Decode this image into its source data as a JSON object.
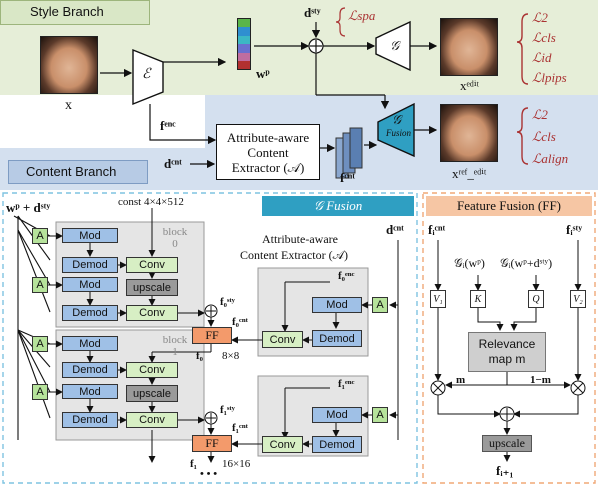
{
  "top": {
    "style_branch_label": "Style Branch",
    "content_branch_label": "Content Branch",
    "input_label": "x",
    "encoder_label": "ℰ",
    "wp_label": "wᵖ",
    "fenc_label": "fᵉⁿᶜ",
    "dsty_label": "dˢᵗʸ",
    "lspa_label": "ℒspa",
    "g_label": "𝒢",
    "xedit_label": "xᵉᵈⁱᵗ",
    "losses_style": [
      "ℒ2",
      "ℒcls",
      "ℒid",
      "ℒlpips"
    ],
    "dcnt_label": "dᶜⁿᵗ",
    "extractor_label_lines": [
      "Attribute-aware",
      "Content",
      "Extractor (𝒜)"
    ],
    "fcnt_label": "fᶜⁿᵗ",
    "g_fusion_label_1": "𝒢",
    "g_fusion_label_2": "Fusion",
    "xrefedit_label": "xʳᵉᶠ_ᵉᵈⁱᵗ",
    "losses_content": [
      "ℒ2",
      "ℒcls",
      "ℒalign"
    ]
  },
  "fusion": {
    "header": "𝒢 Fusion",
    "wp_plus_dsty": "wᵖ + dˢᵗʸ",
    "const_label": "const 4×4×512",
    "block0_label": "block 0",
    "block1_label": "block 1",
    "mod": "Mod",
    "demod": "Demod",
    "conv": "Conv",
    "upscale": "upscale",
    "a": "A",
    "ff": "FF",
    "f0sty": "f₀ˢᵗʸ",
    "f0cnt": "f₀ᶜⁿᵗ",
    "f0": "f₀",
    "size8": "8×8",
    "f1sty": "f₁ˢᵗʸ",
    "f1cnt": "f₁ᶜⁿᵗ",
    "f1": "f₁",
    "size16": "16×16",
    "dots": "• • •",
    "extractor_title_1": "Attribute-aware",
    "extractor_title_2": "Content Extractor (𝒜)",
    "dcnt": "dᶜⁿᵗ",
    "f0enc": "f₀ᵉⁿᶜ",
    "f1enc": "f₁ᵉⁿᶜ"
  },
  "ff_panel": {
    "header": "Feature Fusion (FF)",
    "ficnt": "fᵢᶜⁿᵗ",
    "fisty": "fᵢˢᵗʸ",
    "g_wp": "𝒢ᵢ(wᵖ)",
    "g_wp_dsty": "𝒢ᵢ(wᵖ+dˢᵗʸ)",
    "v1": "V₁",
    "k": "K",
    "q": "Q",
    "v2": "V₂",
    "relevance_1": "Relevance",
    "relevance_2": "map m",
    "m": "m",
    "one_minus_m": "1−m",
    "upscale": "upscale",
    "fi1": "fᵢ₊₁"
  },
  "colors": {
    "style_band": "#e6eed8",
    "content_band": "#d4e0ef",
    "fusion_header": "#2f9fc2",
    "ff_header": "#f6c6a4",
    "mod": "#9fc0e6",
    "conv": "#d7efc4",
    "ff": "#f39a6b",
    "wp_vector": [
      "#5ab54a",
      "#2f8fd0",
      "#3cb7c4",
      "#6a6fcf",
      "#c06da0",
      "#b23030"
    ]
  }
}
